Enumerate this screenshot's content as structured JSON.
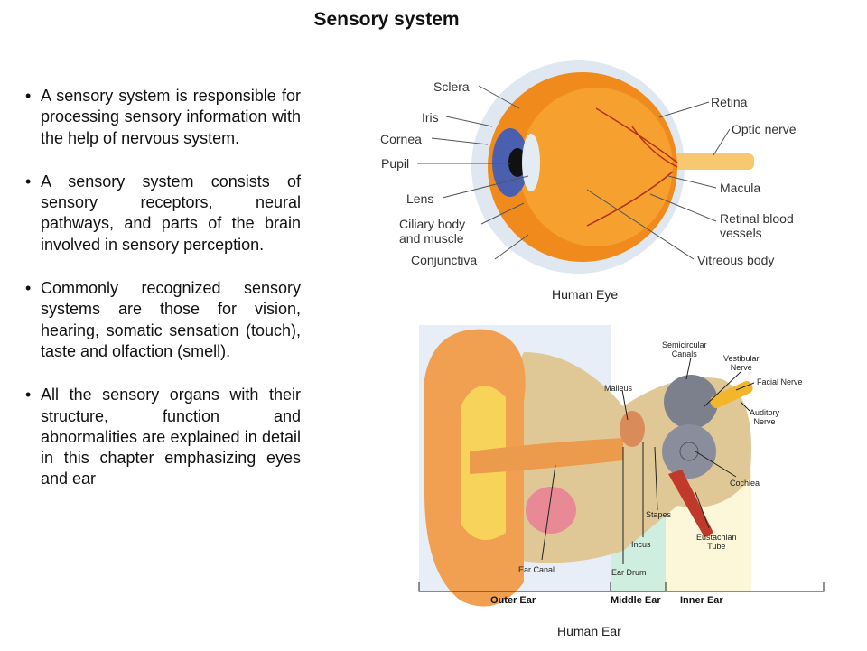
{
  "title": "Sensory system",
  "bullets": [
    "A sensory system is responsible for processing sensory information with the help of nervous system.",
    "A sensory system consists of sensory receptors, neural pathways, and parts of the brain involved in sensory perception.",
    "Commonly recognized sensory systems are those for vision, hearing, somatic sensation (touch), taste and olfaction (smell).",
    "All the sensory organs with their structure, function and abnormalities are explained in detail in this chapter emphasizing eyes and ear"
  ],
  "eye": {
    "caption": "Human Eye",
    "labels": {
      "sclera": "Sclera",
      "iris": "Iris",
      "cornea": "Cornea",
      "pupil": "Pupil",
      "lens": "Lens",
      "ciliary": "Ciliary body\nand muscle",
      "conjunctiva": "Conjunctiva",
      "retina": "Retina",
      "optic": "Optic nerve",
      "macula": "Macula",
      "vessels": "Retinal blood\nvessels",
      "vitreous": "Vitreous body"
    }
  },
  "ear": {
    "caption": "Human Ear",
    "labels": {
      "semicircular": "Semicircular\nCanals",
      "vestibular": "Vestibular\nNerve",
      "facial": "Facial Nerve",
      "auditory": "Auditory\nNerve",
      "malleus": "Malleus",
      "cochlea": "Cochlea",
      "stapes": "Stapes",
      "incus": "Incus",
      "eustachian": "Eustachian\nTube",
      "canal": "Ear Canal",
      "drum": "Ear Drum"
    },
    "sections": {
      "outer": "Outer Ear",
      "middle": "Middle Ear",
      "inner": "Inner Ear"
    }
  }
}
